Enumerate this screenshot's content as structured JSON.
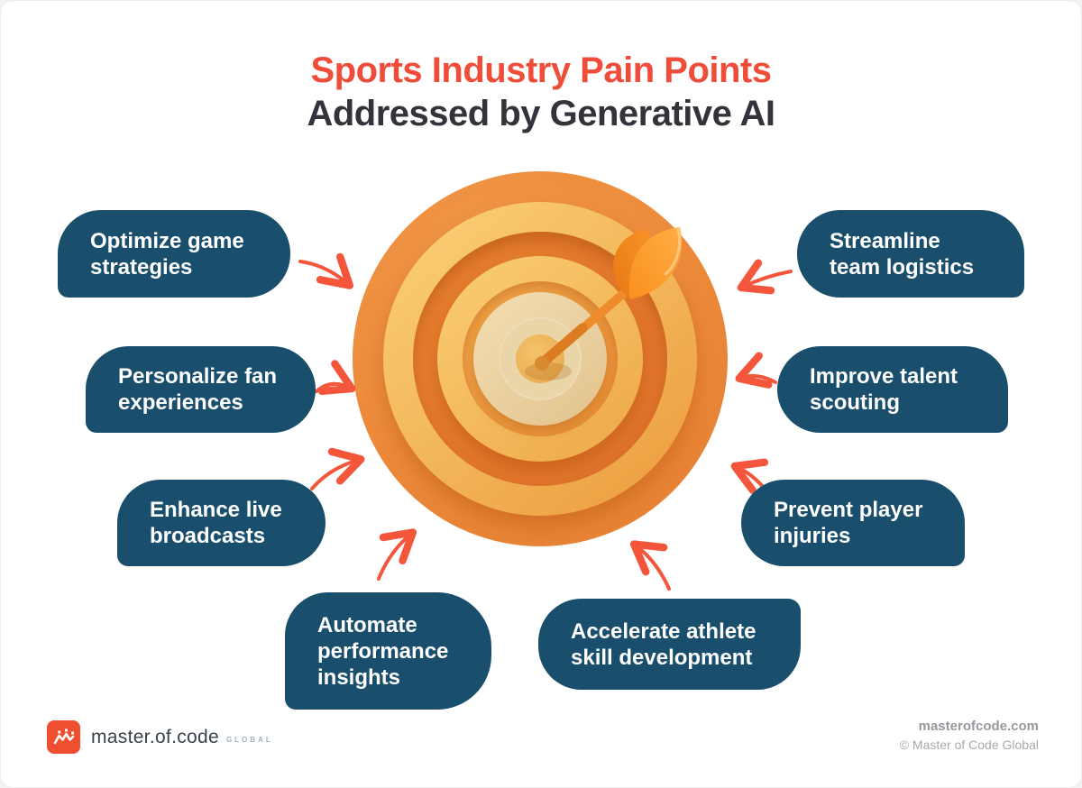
{
  "title": {
    "line1": "Sports Industry Pain Points",
    "line2": "Addressed by Generative AI"
  },
  "pain_points": [
    {
      "key": "optimize-game-strategies",
      "label": "Optimize game strategies"
    },
    {
      "key": "personalize-fan-experiences",
      "label": "Personalize fan experiences"
    },
    {
      "key": "enhance-live-broadcasts",
      "label": "Enhance live broadcasts"
    },
    {
      "key": "automate-performance-insights",
      "label": "Automate performance insights"
    },
    {
      "key": "accelerate-athlete-skill-development",
      "label": "Accelerate athlete skill development"
    },
    {
      "key": "prevent-player-injuries",
      "label": "Prevent player injuries"
    },
    {
      "key": "improve-talent-scouting",
      "label": "Improve talent scouting"
    },
    {
      "key": "streamline-team-logistics",
      "label": "Streamline team logistics"
    }
  ],
  "center_graphic": {
    "icon": "dartboard-bullseye-with-dart-icon"
  },
  "footer": {
    "logo_icon": "crown-zigzag-icon",
    "logo_text": "master.of.code",
    "logo_suffix": "GLOBAL",
    "website": "masterofcode.com",
    "copyright": "© Master of Code Global"
  },
  "colors": {
    "accent_red": "#F04C3A",
    "arrow_red": "#F4563B",
    "title_dark": "#33333B",
    "box_navy": "#1A4E6D",
    "target_orange": "#EC8A3A",
    "ring_yellow": "#F2B355",
    "center_cream": "#EAD5A8",
    "logo_orange": "#F04E31"
  }
}
